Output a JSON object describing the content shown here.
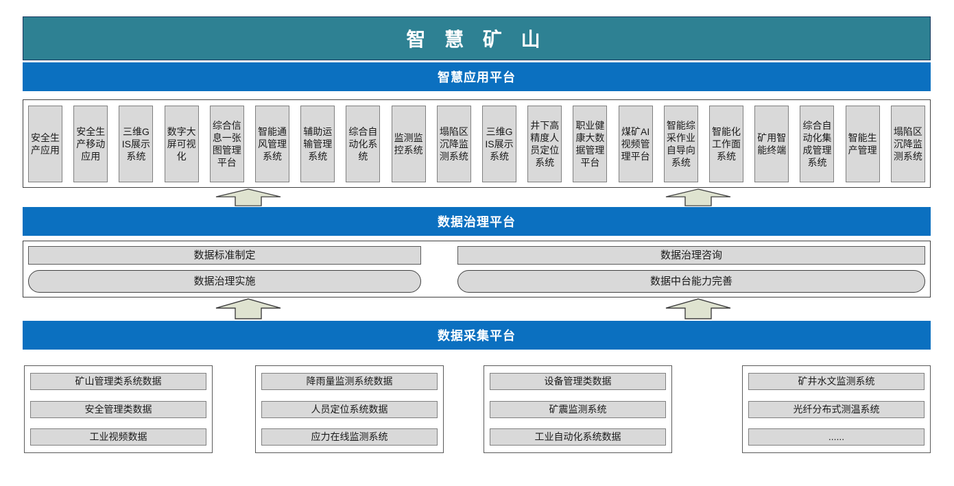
{
  "colors": {
    "header_teal": "#2E8193",
    "band_blue": "#0B70C0",
    "box_fill": "#D9D9D9",
    "box_border": "#7F7F7F",
    "arrow_fill": "#DFE3D0",
    "outline_dark": "#404040"
  },
  "header": {
    "title": "智 慧 矿 山"
  },
  "platforms": {
    "application": {
      "label": "智慧应用平台",
      "systems": [
        "安全生产应用",
        "安全生产移动应用",
        "三维GIS展示系统",
        "数字大屏可视化",
        "综合信息一张图管理平台",
        "智能通风管理系统",
        "辅助运输管理系统",
        "综合自动化系统",
        "监测监控系统",
        "塌陷区沉降监测系统",
        "三维GIS展示系统",
        "井下高精度人员定位系统",
        "职业健康大数据管理平台",
        "煤矿AI视频管理平台",
        "智能综采作业自导向系统",
        "智能化工作面系统",
        "矿用智能终端",
        "综合自动化集成管理系统",
        "智能生产管理",
        "塌陷区沉降监测系统"
      ]
    },
    "governance": {
      "label": "数据治理平台",
      "left": {
        "top": "数据标准制定",
        "bottom": "数据治理实施"
      },
      "right": {
        "top": "数据治理咨询",
        "bottom": "数据中台能力完善"
      }
    },
    "collection": {
      "label": "数据采集平台",
      "groups": [
        [
          "矿山管理类系统数据",
          "安全管理类数据",
          "工业视频数据"
        ],
        [
          "降雨量监测系统数据",
          "人员定位系统数据",
          "应力在线监测系统"
        ],
        [
          "设备管理类数据",
          "矿震监测系统",
          "工业自动化系统数据"
        ],
        [
          "矿井水文监测系统",
          "光纤分布式测温系统",
          "......"
        ]
      ]
    }
  }
}
